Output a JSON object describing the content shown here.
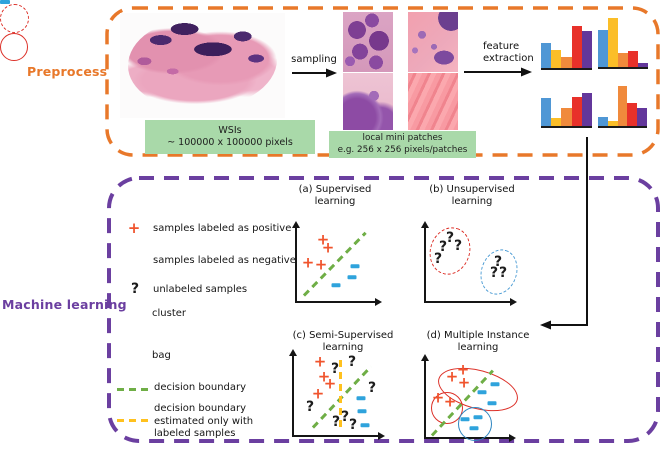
{
  "colors": {
    "preprocess_accent": "#E8782A",
    "ml_accent": "#6B3FA0",
    "green_box_bg": "#A9D9A9",
    "positive_marker": "#F0542D",
    "negative_marker": "#2FA3DC",
    "cluster_red": "#DC3028",
    "cluster_blue": "#4A9BD4",
    "bag_blue": "#2E86C1",
    "decision_boundary_green": "#6FAE46",
    "decision_boundary_yellow": "#FFC11E"
  },
  "preprocess": {
    "label": "Preprocess",
    "wsi_caption": [
      "WSIs",
      "~ 100000 x 100000 pixels"
    ],
    "sampling_label": "sampling",
    "patches_caption": [
      "local mini patches",
      "e.g. 256 x 256 pixels/patches"
    ],
    "feature_extraction_label": [
      "feature",
      "extraction"
    ]
  },
  "chart_data": {
    "type": "bar",
    "title": "feature histograms extracted per patch",
    "bar_colors": [
      "#4F97D5",
      "#FBBE28",
      "#F08A3C",
      "#E8312A",
      "#63379B"
    ],
    "charts": [
      {
        "name": "patch-1-histogram",
        "values": [
          0.5,
          0.36,
          0.22,
          0.84,
          0.74
        ]
      },
      {
        "name": "patch-2-histogram",
        "values": [
          0.74,
          0.98,
          0.28,
          0.32,
          0.09
        ]
      },
      {
        "name": "patch-3-histogram",
        "values": [
          0.56,
          0.16,
          0.36,
          0.58,
          0.66
        ]
      },
      {
        "name": "patch-4-histogram",
        "values": [
          0.18,
          0.1,
          0.8,
          0.46,
          0.36
        ]
      }
    ]
  },
  "ml": {
    "label": "Machine learning",
    "markers": {
      "positive": "+",
      "negative": "-",
      "unlabeled": "?"
    },
    "legend": [
      {
        "label": "samples labeled as positive"
      },
      {
        "label": "samples labeled as negative"
      },
      {
        "label": "unlabeled samples"
      },
      {
        "label": "cluster"
      },
      {
        "label": "bag"
      },
      {
        "label": "decision boundary"
      },
      {
        "label": "decision boundary estimated only with labeled samples"
      }
    ],
    "quadrants": {
      "a": {
        "title": [
          "(a) Supervised",
          "learning"
        ]
      },
      "b": {
        "title": [
          "(b) Unsupervised",
          "learning"
        ]
      },
      "c": {
        "title": [
          "(c) Semi-Supervised",
          "learning"
        ]
      },
      "d": {
        "title": [
          "(d) Multiple Instance",
          "learning"
        ]
      }
    },
    "plots": {
      "a": {
        "points": [
          {
            "t": "positive",
            "x": 32,
            "y": 18
          },
          {
            "t": "positive",
            "x": 37,
            "y": 26
          },
          {
            "t": "positive",
            "x": 17,
            "y": 41
          },
          {
            "t": "positive",
            "x": 30,
            "y": 43
          },
          {
            "t": "negative",
            "x": 64,
            "y": 44
          },
          {
            "t": "negative",
            "x": 61,
            "y": 55
          },
          {
            "t": "negative",
            "x": 45,
            "y": 63
          }
        ]
      },
      "b": {
        "points": [
          {
            "t": "unlabeled",
            "x": 30,
            "y": 16
          },
          {
            "t": "unlabeled",
            "x": 23,
            "y": 25
          },
          {
            "t": "unlabeled",
            "x": 38,
            "y": 24
          },
          {
            "t": "unlabeled",
            "x": 18,
            "y": 37
          },
          {
            "t": "unlabeled",
            "x": 78,
            "y": 40
          },
          {
            "t": "unlabeled",
            "x": 74,
            "y": 51
          },
          {
            "t": "unlabeled",
            "x": 83,
            "y": 51
          }
        ]
      },
      "c": {
        "points": [
          {
            "t": "positive",
            "x": 32,
            "y": 12
          },
          {
            "t": "positive",
            "x": 36,
            "y": 27
          },
          {
            "t": "positive",
            "x": 42,
            "y": 34
          },
          {
            "t": "positive",
            "x": 30,
            "y": 44
          },
          {
            "t": "unlabeled",
            "x": 47,
            "y": 19
          },
          {
            "t": "unlabeled",
            "x": 64,
            "y": 12
          },
          {
            "t": "unlabeled",
            "x": 84,
            "y": 38
          },
          {
            "t": "unlabeled",
            "x": 22,
            "y": 57
          },
          {
            "t": "unlabeled",
            "x": 48,
            "y": 72
          },
          {
            "t": "unlabeled",
            "x": 57,
            "y": 67
          },
          {
            "t": "unlabeled",
            "x": 65,
            "y": 75
          },
          {
            "t": "negative",
            "x": 73,
            "y": 48
          },
          {
            "t": "negative",
            "x": 74,
            "y": 61
          },
          {
            "t": "negative",
            "x": 77,
            "y": 75
          }
        ]
      },
      "d": {
        "points": [
          {
            "t": "positive",
            "x": 32,
            "y": 22
          },
          {
            "t": "positive",
            "x": 43,
            "y": 15
          },
          {
            "t": "positive",
            "x": 44,
            "y": 28
          },
          {
            "t": "positive",
            "x": 18,
            "y": 43
          },
          {
            "t": "positive",
            "x": 30,
            "y": 47
          },
          {
            "t": "negative",
            "x": 62,
            "y": 37
          },
          {
            "t": "negative",
            "x": 72,
            "y": 48
          },
          {
            "t": "negative",
            "x": 75,
            "y": 29
          },
          {
            "t": "negative",
            "x": 45,
            "y": 64
          },
          {
            "t": "negative",
            "x": 58,
            "y": 62
          },
          {
            "t": "negative",
            "x": 54,
            "y": 73
          }
        ]
      }
    }
  }
}
